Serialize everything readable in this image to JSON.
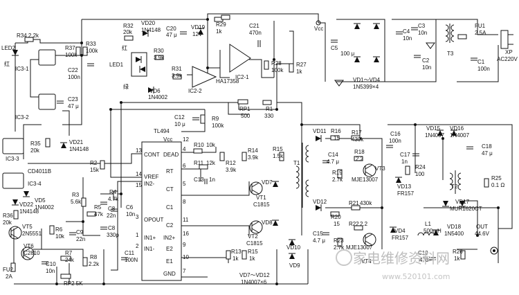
{
  "ic": {
    "tl494": "TL494",
    "cd4011": "CD4011B",
    "ha17358": "HA17358",
    "ic2_1": "IC2-1",
    "ic2_2": "IC2-2",
    "ic3_1": "IC3-1",
    "ic3_2": "IC3-2",
    "ic3_3": "IC3-3",
    "ic3_4": "IC3-4"
  },
  "tl494_pins": {
    "vcc": "Vcc",
    "dead": "DEAD",
    "rt": "RT",
    "ct": "CT",
    "c1": "C1",
    "c2": "C2",
    "in2p": "IN2+",
    "e2": "E2",
    "e1": "E1",
    "gnd": "GND",
    "cont": "CONT",
    "vref": "VREF",
    "in2m": "IN2-",
    "opout": "OPOUT",
    "in1p": "IN1+",
    "in1m": "IN1-",
    "n12": "12",
    "n4": "4",
    "n6": "6",
    "n5": "5",
    "n8": "8",
    "n11": "11",
    "n16": "16",
    "n9": "9",
    "n10": "10",
    "n7": "7",
    "n13": "13",
    "n14": "14",
    "n15": "15",
    "n3": "3",
    "n1": "1",
    "n2": "2"
  },
  "components": {
    "r34": "R34 2.2k",
    "led2": "LED2",
    "red1": "红",
    "r37": "R37",
    "r37v": "100k",
    "r33": "R33",
    "r33v": "100k",
    "c22": "C22",
    "c22v": "100n",
    "c23": "C23",
    "c23v": "47 μ",
    "r32": "R32",
    "r32v": "20k",
    "vd20": "VD20",
    "vd20v": "1N4148",
    "c20": "C20",
    "c20v": "47 μ",
    "vd19": "VD19",
    "vd19v": "12V",
    "r29": "R29",
    "r29v": "1k",
    "red2": "红",
    "led1": "LED1",
    "r30": "R30",
    "r30v": "3.9k",
    "green": "绿",
    "r31": "R31",
    "r31v": "3.9k",
    "vd6": "VD6",
    "vd6v": "1N4002",
    "c21": "C21",
    "c21v": "470n",
    "r28": "R28",
    "r28v": "100k",
    "r27": "R27",
    "r27v": "1k",
    "rp1": "RP1",
    "rp1v": "500",
    "r1": "R1",
    "r1v": "330",
    "vcc": "Vcc",
    "c5": "C5",
    "c5v": "100 μ",
    "vd1_4": "VD1～VD4",
    "vd1_4v": "1N5399×4",
    "c4": "C4",
    "c4v": "10n",
    "c3": "C3",
    "c3v": "10n",
    "c2": "C2",
    "c2v": "10n",
    "t3": "T3",
    "fu1": "FU1",
    "fu1v": "2.5A",
    "c1": "C1",
    "c1v": "100n",
    "xp": "XP",
    "xpv": "AC220V",
    "r35": "R35",
    "r35v": "20k",
    "vd21": "VD21",
    "vd21v": "1N4148",
    "c12": "C12",
    "c12v": "10 μ",
    "r9": "R9",
    "r9v": "100k",
    "r2": "R2",
    "r2v": "15k",
    "r10": "R10",
    "r10v": "10k",
    "r11": "R11",
    "r11v": "12k",
    "c13": "C13",
    "c13v": "1n",
    "r12": "R12",
    "r12v": "3.9k",
    "r14": "R14",
    "r14v": "3.9k",
    "r15": "R15",
    "r15v": "1.5k",
    "vd5": "VD5",
    "vd5v": "1N4002",
    "vd22": "VD22",
    "vd22v": "1N4148",
    "r36": "R36",
    "r36v": "20k",
    "vt5": "VT5",
    "vt5v": "2N5551",
    "vt6": "VT6",
    "vt6v": "C2810",
    "r3": "R3",
    "r3v": "5.6k",
    "r4": "R4",
    "r4v": "4.7k",
    "r5": "R5",
    "r5v": "47k",
    "c8": "C8",
    "c8v": "22n",
    "c6": "C6",
    "c6v": "10n",
    "r6": "R6",
    "r6v": "10k",
    "c9": "C9",
    "c9v": "22n",
    "c8b": "C8",
    "c8bv": "330p",
    "fu2": "FU2",
    "fu2v": "2A",
    "c10": "C10",
    "c10v": "10n",
    "r7": "R7",
    "r7v": "24k",
    "r8": "R8",
    "r8v": "2.2k",
    "c11": "C11",
    "c11v": "100N",
    "rp2": "RP2 5K",
    "r13": "R13",
    "r13v": "1k",
    "r15b": "R15",
    "r15bv": "1k",
    "vt1": "VT1",
    "vt1v": "C1815",
    "vt2": "VT2",
    "vt2v": "C1815",
    "vd7": "VD7",
    "vd8": "VD8",
    "vd9": "VD9",
    "vd10": "VD10",
    "vd7_10": "VD7～VD12",
    "vd7_10v": "1N4007×6",
    "t1": "T1",
    "vd11": "VD11",
    "r16": "R16",
    "r16v": "15",
    "r17": "R17",
    "r17v": "430k",
    "c14": "C14",
    "c14v": "4.7 μ",
    "r18": "R18",
    "r18v": "2.2",
    "r19": "R19",
    "r19v": "2.7k",
    "vt3": "VT3",
    "vt3v": "MJE13007",
    "c16": "C16",
    "c16v": "100n",
    "c17": "C17",
    "c17v": "1n",
    "r24": "R24",
    "r24v": "100",
    "vd13": "VD13",
    "vd13v": "FR157",
    "vd12": "VD12",
    "r21": "R21",
    "r21v": "430k",
    "r20": "R20",
    "r20v": "15",
    "c15": "C15",
    "c15v": "4.7 μ",
    "r22": "R22",
    "r22v": "2.2",
    "r23": "R23",
    "r23v": "2.7k",
    "vt4": "VT4",
    "vt4v": "MJE13007",
    "vd4": "VD4",
    "vd4v": "FR157",
    "vd15": "VD15",
    "vd15v": "1N4007",
    "vd16": "VD16",
    "vd16v": "1N4007",
    "c18": "C18",
    "c18v": "47 μ",
    "t2": "T2",
    "r25": "R25",
    "r25v": "0.1 Ω",
    "vd17": "VD17",
    "vd17v": "MUR1620CT",
    "l1": "L1",
    "l1v": "500mH",
    "vd18": "VD18",
    "vd18v": "1N5400",
    "c19": "C19",
    "c19v": "470",
    "r26": "R26",
    "r26v": "1k",
    "out": "OUT",
    "outv": "44.6V"
  },
  "watermark": {
    "brand": "家电维修资料网",
    "url": "www.520101.com"
  }
}
